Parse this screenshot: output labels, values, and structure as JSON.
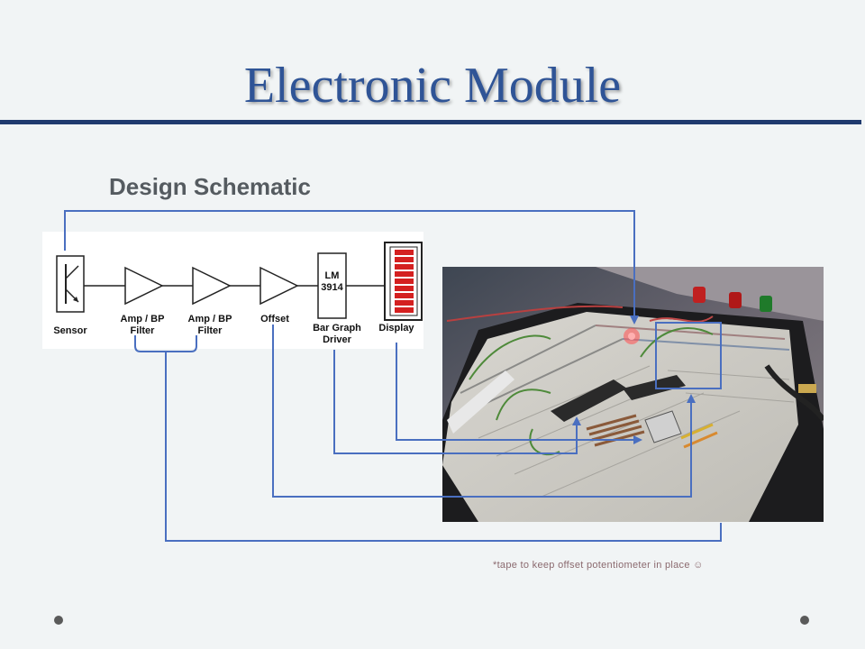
{
  "slide": {
    "title": "Electronic Module",
    "subtitle": "Design Schematic",
    "note": "*tape to keep offset potentiometer in place ☺"
  },
  "schematic": {
    "blocks": [
      {
        "label_line1": "Sensor",
        "label_line2": ""
      },
      {
        "label_line1": "Amp / BP",
        "label_line2": "Filter"
      },
      {
        "label_line1": "Amp / BP",
        "label_line2": "Filter"
      },
      {
        "label_line1": "Offset",
        "label_line2": ""
      },
      {
        "label_line1": "Bar Graph",
        "label_line2": "Driver"
      },
      {
        "label_line1": "Display",
        "label_line2": ""
      }
    ],
    "chip_label_line1": "LM",
    "chip_label_line2": "3914"
  },
  "colors": {
    "title": "#2f5496",
    "rule": "#1f3a6e",
    "connector": "#4a6fc0",
    "background": "#f1f4f5",
    "led_red": "#d42020"
  }
}
